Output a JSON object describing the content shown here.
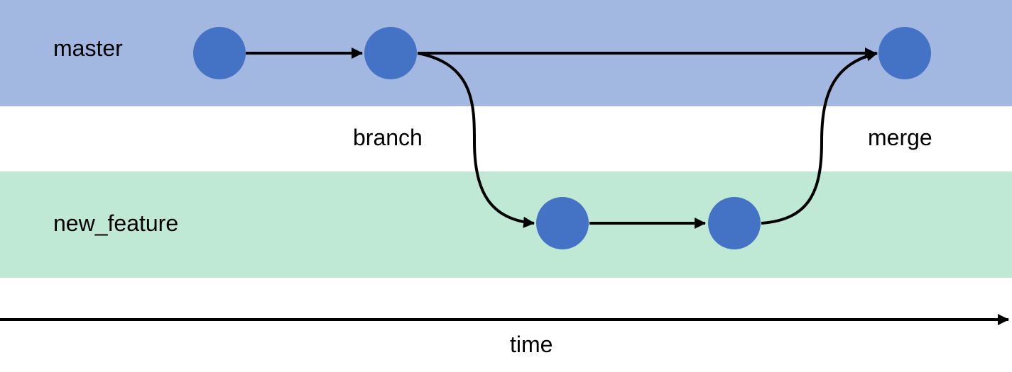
{
  "lanes": {
    "master": {
      "label": "master",
      "color": "#a2b8e0"
    },
    "new_feature": {
      "label": "new_feature",
      "color": "#bfe9d4"
    }
  },
  "events": {
    "branch": "branch",
    "merge": "merge"
  },
  "axis": {
    "label": "time"
  },
  "commits": [
    {
      "lane": "master",
      "order": 1
    },
    {
      "lane": "master",
      "order": 2,
      "event": "branch"
    },
    {
      "lane": "new_feature",
      "order": 3
    },
    {
      "lane": "new_feature",
      "order": 4
    },
    {
      "lane": "master",
      "order": 5,
      "event": "merge"
    }
  ],
  "colors": {
    "commit": "#4472c4",
    "edge": "#000000"
  }
}
